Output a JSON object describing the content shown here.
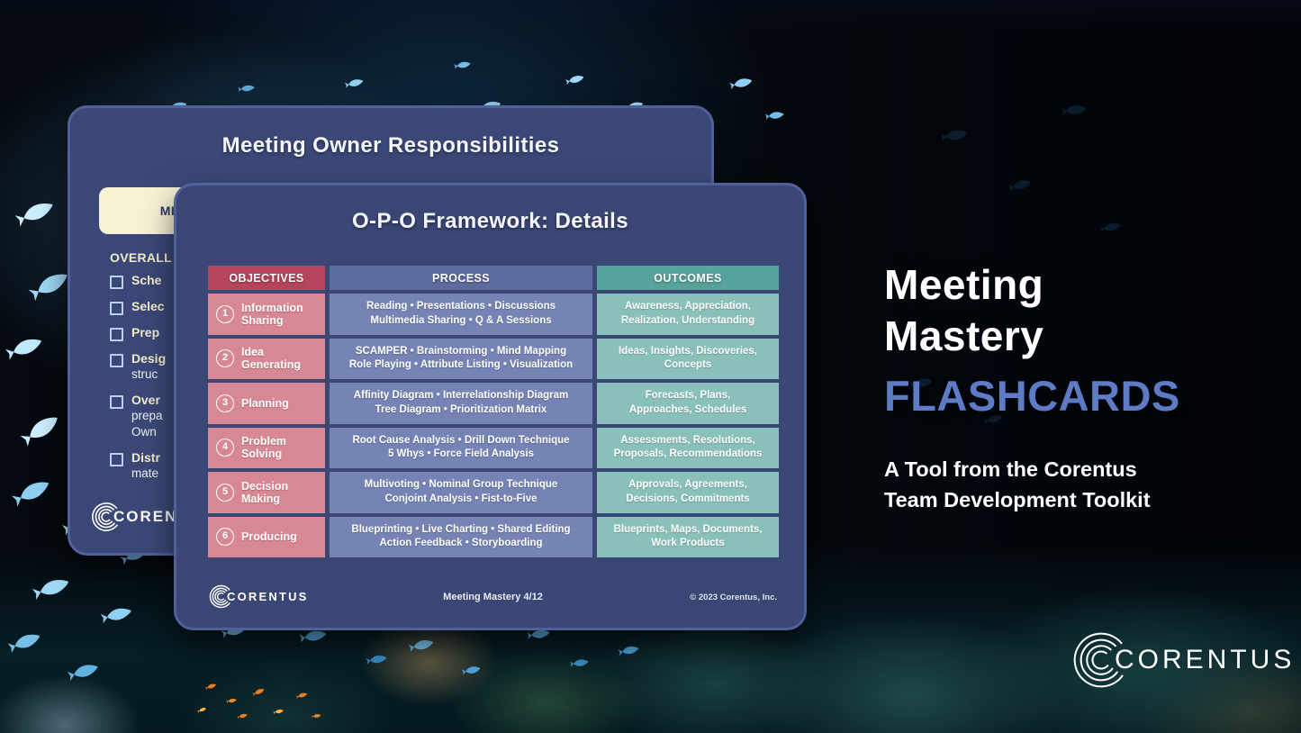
{
  "colors": {
    "accent_blue": "#5d7cc5",
    "card_navy": "#3a4674",
    "objectives_header": "#b4455c",
    "objectives_cell": "#d88894",
    "process_header": "#5c6a9e",
    "process_cell": "#7583b5",
    "outcomes_header": "#57a29a",
    "outcomes_cell": "#8ac0ba",
    "highlight_tab": "#f8f2d4"
  },
  "back_card": {
    "title": "Meeting Owner Responsibilities",
    "tab_label": "MI",
    "section_heading": "OVERALL",
    "checklist": [
      {
        "label": "Sche",
        "sub1": "",
        "sub2": ""
      },
      {
        "label": "Selec",
        "sub1": "",
        "sub2": ""
      },
      {
        "label": "Prep",
        "sub1": "",
        "sub2": ""
      },
      {
        "label": "Desig",
        "sub1": "struc",
        "sub2": ""
      },
      {
        "label": "Over",
        "sub1": "prepa",
        "sub2": "Own"
      },
      {
        "label": "Distr",
        "sub1": "mate",
        "sub2": ""
      }
    ],
    "logo_text": "CORENTU"
  },
  "front_card": {
    "title": "O-P-O Framework: Details",
    "table": {
      "headers": [
        "OBJECTIVES",
        "PROCESS",
        "OUTCOMES"
      ],
      "rows": [
        {
          "num": "1",
          "objective_line1": "Information",
          "objective_line2": "Sharing",
          "process_line1": "Reading • Presentations • Discussions",
          "process_line2": "Multimedia Sharing • Q & A Sessions",
          "outcomes_line1": "Awareness, Appreciation,",
          "outcomes_line2": "Realization, Understanding"
        },
        {
          "num": "2",
          "objective_line1": "Idea",
          "objective_line2": "Generating",
          "process_line1": "SCAMPER • Brainstorming • Mind Mapping",
          "process_line2": "Role Playing • Attribute Listing • Visualization",
          "outcomes_line1": "Ideas, Insights, Discoveries,",
          "outcomes_line2": "Concepts"
        },
        {
          "num": "3",
          "objective_line1": "Planning",
          "objective_line2": "",
          "process_line1": "Affinity Diagram • Interrelationship Diagram",
          "process_line2": "Tree Diagram • Prioritization Matrix",
          "outcomes_line1": "Forecasts, Plans,",
          "outcomes_line2": "Approaches, Schedules"
        },
        {
          "num": "4",
          "objective_line1": "Problem",
          "objective_line2": "Solving",
          "process_line1": "Root Cause Analysis • Drill Down Technique",
          "process_line2": "5 Whys • Force Field Analysis",
          "outcomes_line1": "Assessments, Resolutions,",
          "outcomes_line2": "Proposals, Recommendations"
        },
        {
          "num": "5",
          "objective_line1": "Decision",
          "objective_line2": "Making",
          "process_line1": "Multivoting • Nominal Group Technique",
          "process_line2": "Conjoint Analysis • Fist-to-Five",
          "outcomes_line1": "Approvals, Agreements,",
          "outcomes_line2": "Decisions, Commitments"
        },
        {
          "num": "6",
          "objective_line1": "Producing",
          "objective_line2": "",
          "process_line1": "Blueprinting • Live Charting • Shared Editing",
          "process_line2": "Action Feedback • Storyboarding",
          "outcomes_line1": "Blueprints, Maps, Documents,",
          "outcomes_line2": "Work Products"
        }
      ]
    },
    "footer": {
      "logo_text": "CORENTUS",
      "center_text": "Meeting Mastery 4/12",
      "copyright": "© 2023 Corentus, Inc."
    }
  },
  "right_panel": {
    "title_line1": "Meeting",
    "title_line2": "Mastery",
    "title_line3": "FLASHCARDS",
    "subtitle_line1": "A Tool from the Corentus",
    "subtitle_line2": "Team Development Toolkit"
  },
  "bottom_logo": {
    "text": "CORENTUS"
  }
}
